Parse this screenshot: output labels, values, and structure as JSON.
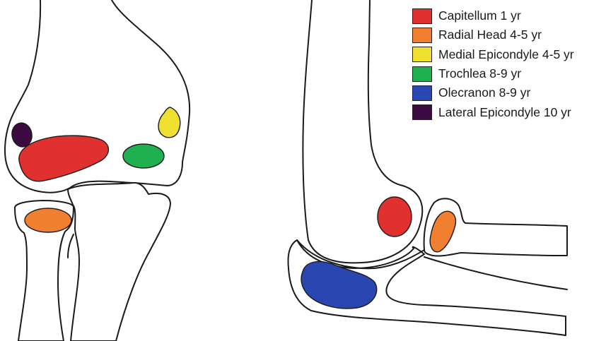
{
  "legend": [
    {
      "label": "Capitellum 1 yr",
      "color": "#e03030",
      "key": "capitellum"
    },
    {
      "label": "Radial Head 4-5 yr",
      "color": "#f08030",
      "key": "radial-head"
    },
    {
      "label": "Medial Epicondyle 4-5 yr",
      "color": "#f0e030",
      "key": "medial-epicondyle"
    },
    {
      "label": "Trochlea 8-9 yr",
      "color": "#20b050",
      "key": "trochlea"
    },
    {
      "label": "Olecranon 8-9 yr",
      "color": "#2a46b0",
      "key": "olecranon"
    },
    {
      "label": "Lateral Epicondyle 10 yr",
      "color": "#3a0a40",
      "key": "lateral-epicondyle"
    }
  ]
}
